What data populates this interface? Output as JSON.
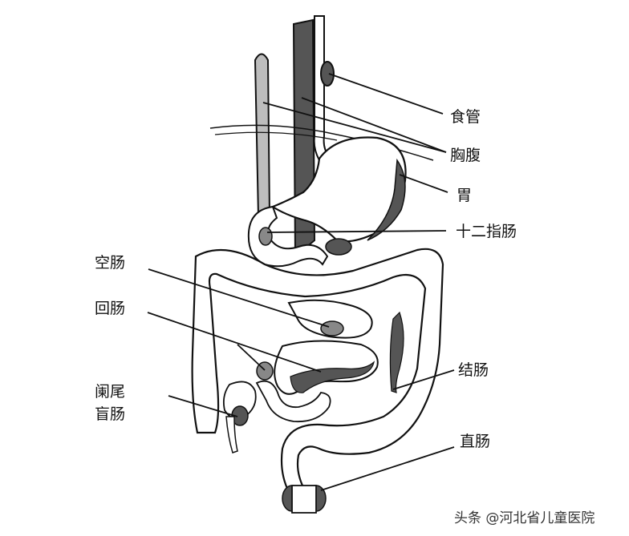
{
  "labels": {
    "esophagus": "食管",
    "thoracoabdominal": "胸腹",
    "stomach": "胃",
    "duodenum": "十二指肠",
    "jejunum": "空肠",
    "ileum": "回肠",
    "appendix": "阑尾",
    "cecum": "盲肠",
    "colon": "结肠",
    "rectum": "直肠"
  },
  "watermark": "头条 @河北省儿童医院",
  "colors": {
    "ink": "#111111",
    "shade": "#555555",
    "organ_fill": "#ffffff"
  }
}
